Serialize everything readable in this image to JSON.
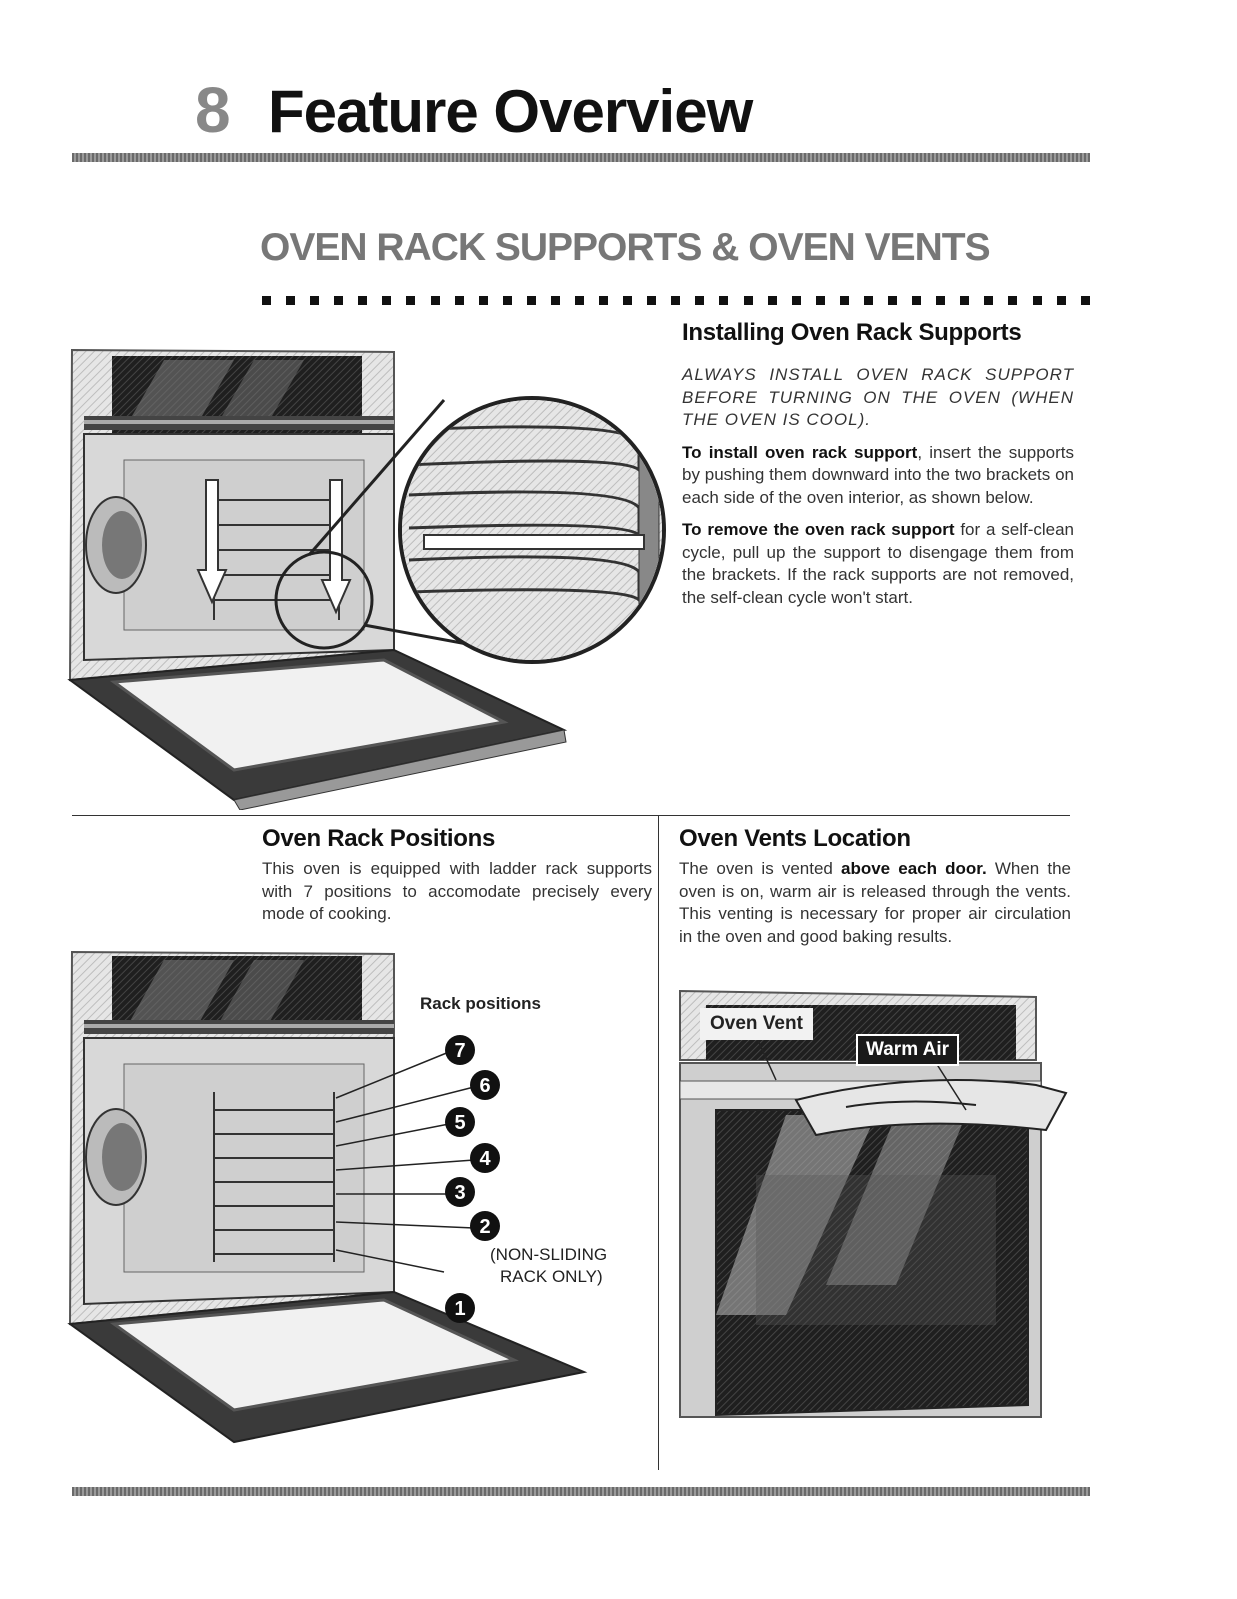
{
  "header": {
    "page_number": "8",
    "title": "Feature Overview"
  },
  "section": {
    "title": "OVEN RACK SUPPORTS & OVEN VENTS"
  },
  "installing": {
    "heading": "Installing Oven Rack Supports",
    "warning": "ALWAYS INSTALL OVEN RACK SUPPORT BEFORE TURNING ON THE OVEN (WHEN THE OVEN IS COOL).",
    "install_bold": "To install oven rack support",
    "install_text": ", insert the supports by pushing them downward into the two brackets on each side of the oven interior, as shown below.",
    "remove_bold": "To remove the oven rack support",
    "remove_text": " for a self-clean cycle, pull up the support to disengage them from the brackets. If the rack supports are not removed, the self-clean cycle won't start."
  },
  "rack_positions": {
    "heading": "Oven Rack Positions",
    "text": "This oven is equipped with ladder rack supports with 7 positions to accomodate precisely every mode of cooking.",
    "label": "Rack positions",
    "numbers": [
      "7",
      "6",
      "5",
      "4",
      "3",
      "2",
      "1"
    ],
    "note_line1": "(NON-SLIDING",
    "note_line2": "RACK ONLY)"
  },
  "vents": {
    "heading": "Oven Vents Location",
    "text_a": "The oven is vented ",
    "text_bold": "above each door.",
    "text_b": " When the oven is on, warm air is released through the vents. This venting is necessary for proper air circulation in the oven and good baking results.",
    "label_vent": "Oven Vent",
    "label_air": "Warm Air"
  }
}
